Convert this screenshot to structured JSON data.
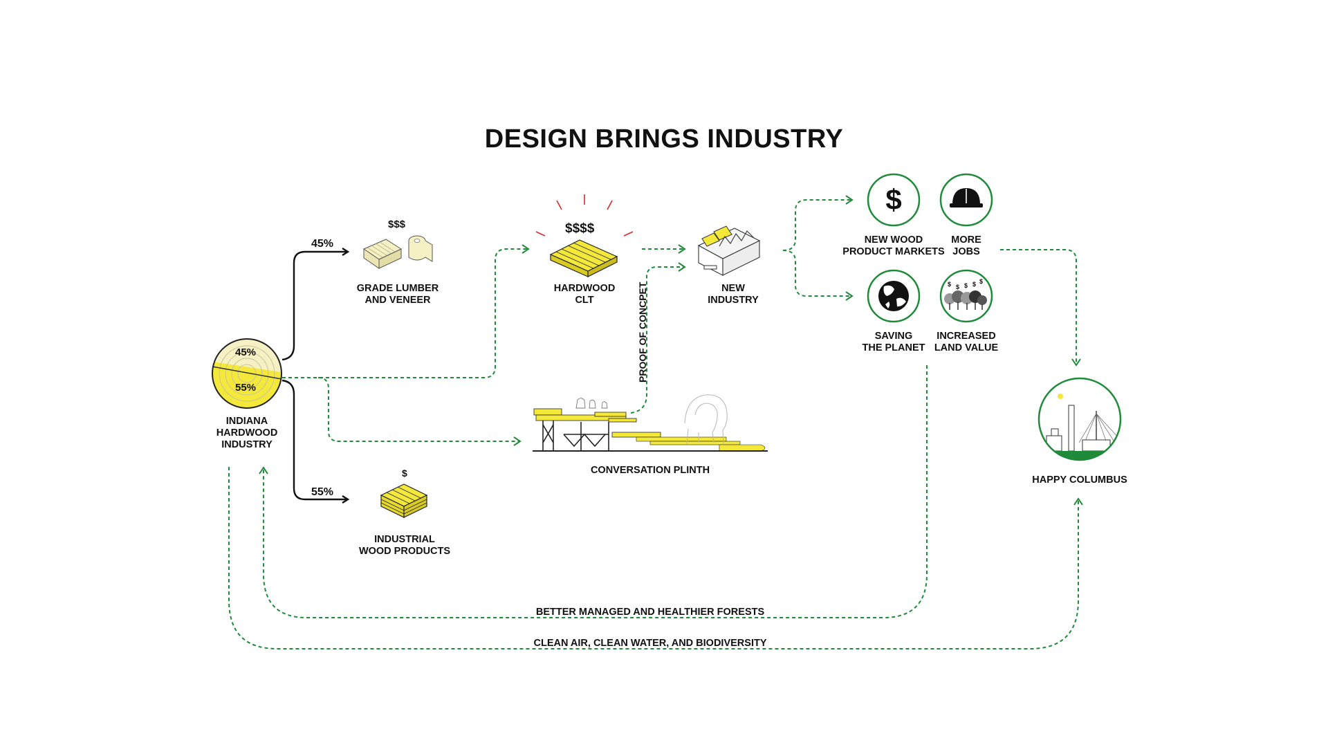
{
  "title": "DESIGN BRINGS INDUSTRY",
  "colors": {
    "accent_yellow": "#F4E83A",
    "pale_yellow": "#F6F1C4",
    "flow_green": "#1E8A3A",
    "ink": "#111111",
    "alert_red": "#D92B2B"
  },
  "source": {
    "label_lines": [
      "INDIANA",
      "HARDWOOD",
      "INDUSTRY"
    ],
    "share_top": "45%",
    "share_bottom": "55%"
  },
  "branches": {
    "upper_pct": "45%",
    "lower_pct": "55%"
  },
  "grade_lumber": {
    "price": "$$$",
    "label_lines": [
      "GRADE LUMBER",
      "AND VENEER"
    ]
  },
  "industrial": {
    "price": "$",
    "label_lines": [
      "INDUSTRIAL",
      "WOOD PRODUCTS"
    ]
  },
  "clt": {
    "price": "$$$$",
    "label_lines": [
      "HARDWOOD",
      "CLT"
    ]
  },
  "new_industry": {
    "label_lines": [
      "NEW",
      "INDUSTRY"
    ]
  },
  "plinth": {
    "label": "CONVERSATION PLINTH",
    "proof_label": "PROOF OF CONCPET"
  },
  "benefits": [
    {
      "icon": "dollar-icon",
      "label_lines": [
        "NEW WOOD",
        "PRODUCT MARKETS"
      ]
    },
    {
      "icon": "hard-hat-icon",
      "label_lines": [
        "MORE",
        "JOBS"
      ]
    },
    {
      "icon": "globe-icon",
      "label_lines": [
        "SAVING",
        "THE PLANET"
      ]
    },
    {
      "icon": "trees-value-icon",
      "label_lines": [
        "INCREASED",
        "LAND VALUE"
      ]
    }
  ],
  "columbus": {
    "label": "HAPPY COLUMBUS"
  },
  "loops": {
    "inner": "BETTER MANAGED AND HEALTHIER FORESTS",
    "outer": "CLEAN AIR, CLEAN WATER, AND BIODIVERSITY"
  }
}
